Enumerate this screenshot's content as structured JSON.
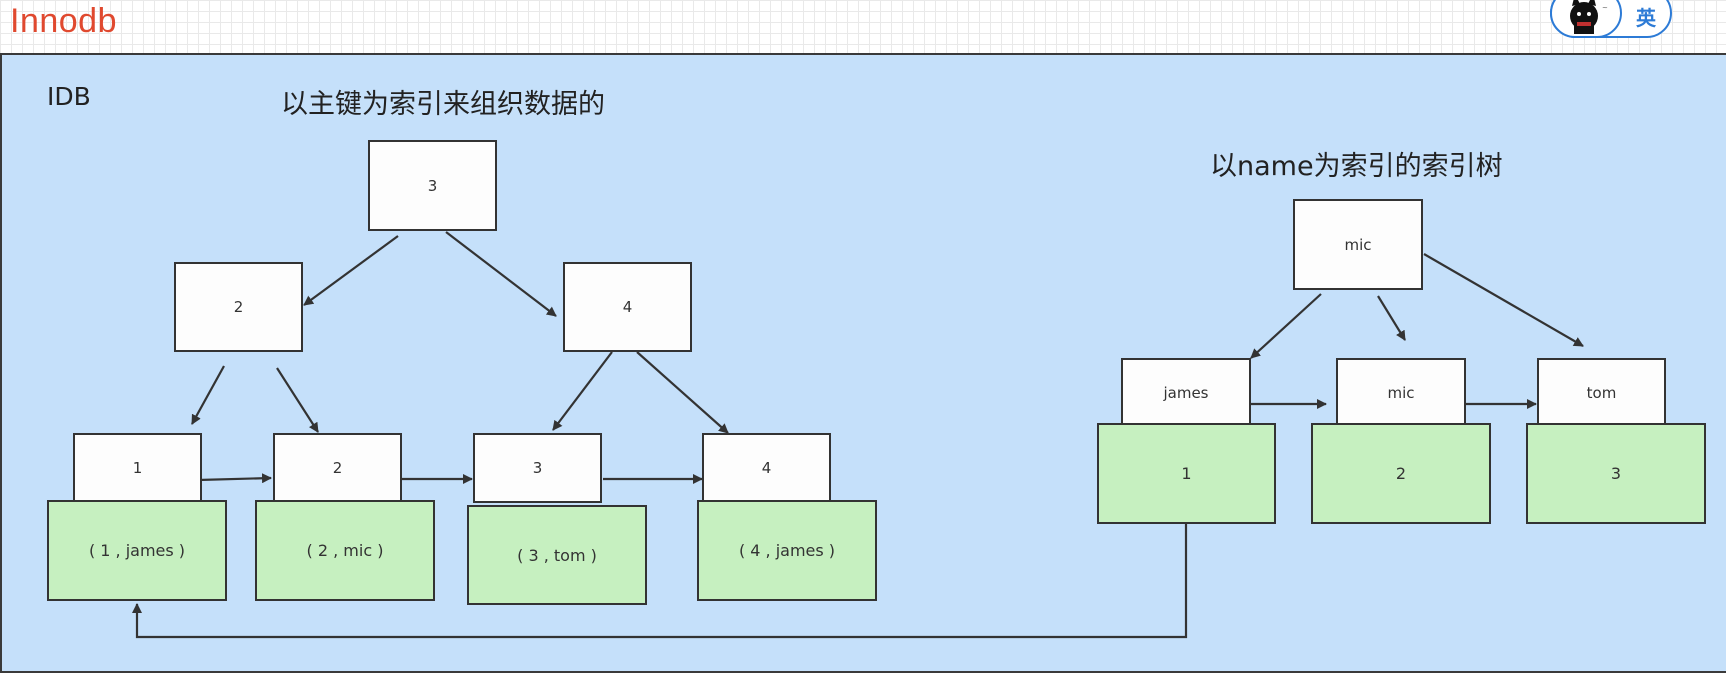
{
  "page": {
    "title": "Innodb"
  },
  "toolbar": {
    "language_badge": "英"
  },
  "panel": {
    "label": "IDB",
    "primary_heading": "以主键为索引来组织数据的",
    "secondary_heading": "以name为索引的索引树"
  },
  "primary_tree": {
    "root": "3",
    "level1": [
      "2",
      "4"
    ],
    "leaves": [
      {
        "key": "1",
        "row": "( 1 , james )"
      },
      {
        "key": "2",
        "row": "( 2 , mic )"
      },
      {
        "key": "3",
        "row": "( 3 , tom )"
      },
      {
        "key": "4",
        "row": "( 4 , james )"
      }
    ]
  },
  "secondary_tree": {
    "root": "mic",
    "leaves": [
      {
        "key": "james",
        "pk": "1"
      },
      {
        "key": "mic",
        "pk": "2"
      },
      {
        "key": "tom",
        "pk": "3"
      }
    ]
  },
  "colors": {
    "title": "#e0492f",
    "panel_background": "#c5e0fa",
    "data_cell": "#c6f0c0",
    "node": "#fdfdfd"
  }
}
